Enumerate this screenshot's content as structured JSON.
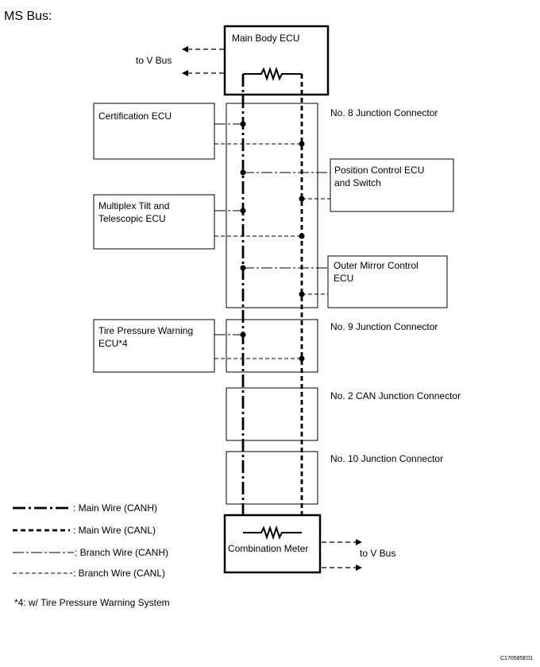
{
  "title": "MS Bus:",
  "ecus": {
    "main_body": "Main Body ECU",
    "certification": "Certification ECU",
    "position_control": [
      "Position Control ECU",
      "and Switch"
    ],
    "multiplex_tilt": [
      "Multiplex Tilt and",
      "Telescopic ECU"
    ],
    "outer_mirror": [
      "Outer Mirror Control",
      "ECU"
    ],
    "tire_pressure": [
      "Tire Pressure Warning",
      "ECU*4"
    ],
    "combination_meter": "Combination Meter"
  },
  "junctions": {
    "no8": "No. 8 Junction Connector",
    "no9": "No. 9 Junction Connector",
    "no2can": "No. 2 CAN Junction Connector",
    "no10": "No. 10 Junction Connector"
  },
  "to_v_bus": "to V Bus",
  "legend": {
    "main_canh": ": Main Wire (CANH)",
    "main_canl": ": Main Wire (CANL)",
    "branch_canh": ": Branch Wire (CANH)",
    "branch_canl": ": Branch Wire (CANL)"
  },
  "footnote": "*4: w/ Tire Pressure Warning System",
  "figure_code": "C170585E01"
}
